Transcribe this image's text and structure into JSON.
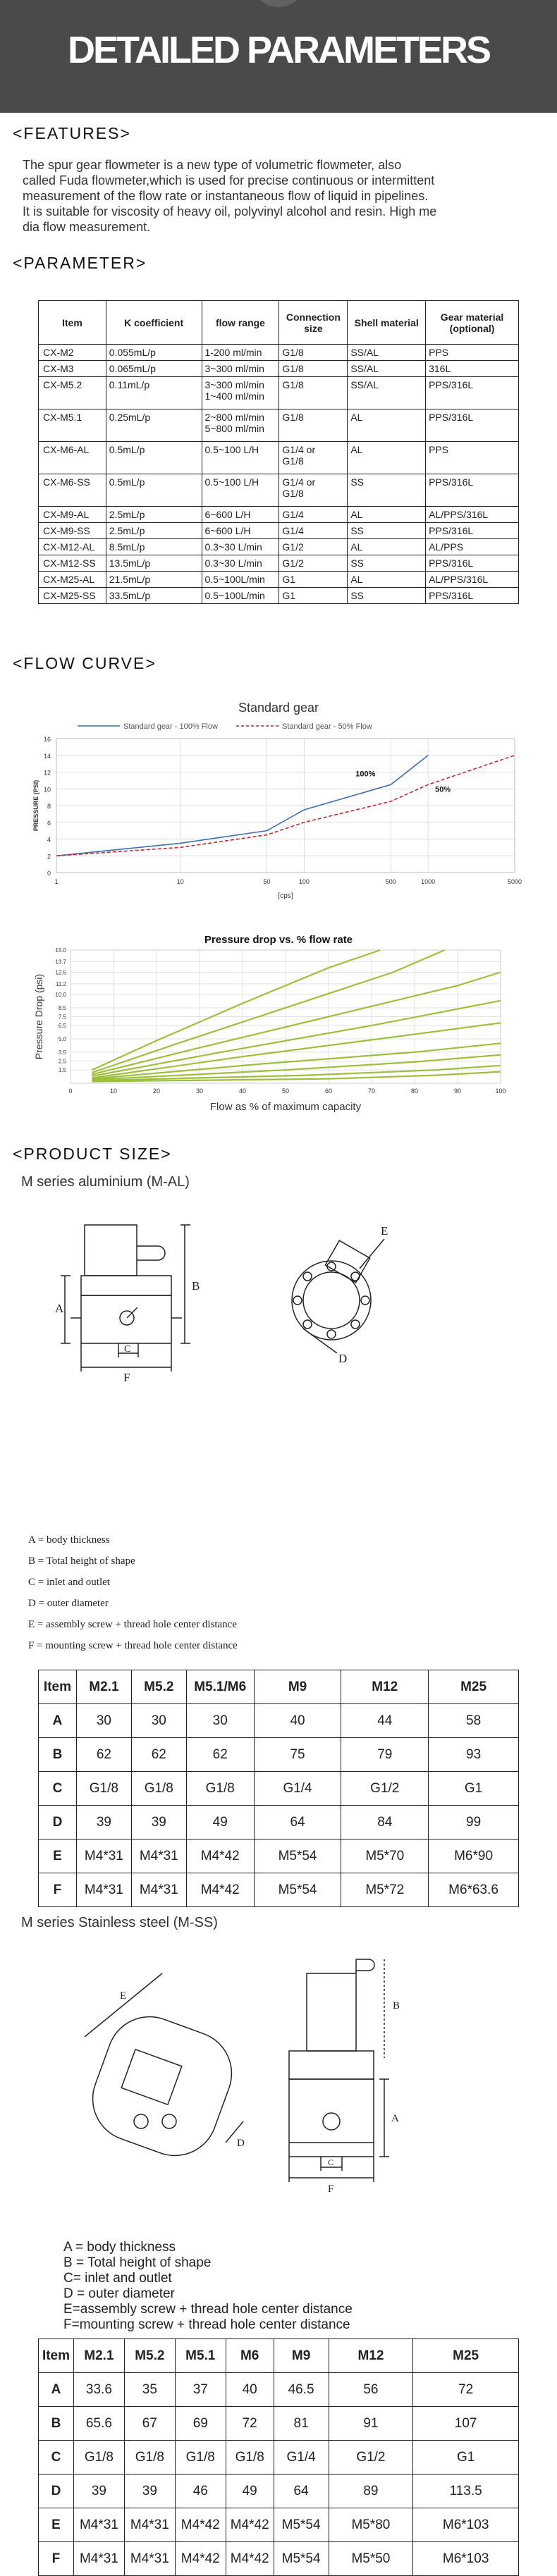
{
  "banner": {
    "title": "DETAILED PARAMETERS"
  },
  "features": {
    "heading": "<FEATURES>",
    "lines": [
      "The spur gear flowmeter is a new type of volumetric flowmeter, also",
      "called Fuda flowmeter,which is used for precise continuous or intermittent",
      "measurement of the flow rate or instantaneous flow of liquid in pipelines.",
      "It is suitable for viscosity of heavy oil, polyvinyl alcohol and resin. High me",
      "dia flow measurement."
    ]
  },
  "parameter": {
    "heading": "<PARAMETER>",
    "headers": [
      "Item",
      "K coefficient",
      "flow range",
      "Connection size",
      "Shell material",
      "Gear material (optional)"
    ],
    "rows": [
      [
        "CX-M2",
        "0.055mL/p",
        "1-200 ml/min",
        "G1/8",
        "SS/AL",
        "PPS"
      ],
      [
        "CX-M3",
        "0.065mL/p",
        "3~300 ml/min",
        "G1/8",
        "SS/AL",
        "316L"
      ],
      [
        "CX-M5.2",
        "0.11mL/p",
        "3~300 ml/min\n1~400 ml/min",
        "G1/8",
        "SS/AL",
        "PPS/316L"
      ],
      [
        "CX-M5.1",
        "0.25mL/p",
        "2~800 ml/min\n5~800 ml/min",
        "G1/8",
        "AL",
        "PPS/316L"
      ],
      [
        "CX-M6-AL",
        "0.5mL/p",
        "0.5~100 L/H",
        "G1/4 or\nG1/8",
        "AL",
        "PPS"
      ],
      [
        "CX-M6-SS",
        "0.5mL/p",
        "0.5~100 L/H",
        "G1/4 or\nG1/8",
        "SS",
        "PPS/316L"
      ],
      [
        "CX-M9-AL",
        "2.5mL/p",
        "6~600 L/H",
        "G1/4",
        "AL",
        "AL/PPS/316L"
      ],
      [
        "CX-M9-SS",
        "2.5mL/p",
        "6~600 L/H",
        "G1/4",
        "SS",
        "PPS/316L"
      ],
      [
        "CX-M12-AL",
        "8.5mL/p",
        "0.3~30 L/min",
        "G1/2",
        "AL",
        "AL/PPS"
      ],
      [
        "CX-M12-SS",
        "13.5mL/p",
        "0.3~30 L/min",
        "G1/2",
        "SS",
        "PPS/316L"
      ],
      [
        "CX-M25-AL",
        "21.5mL/p",
        "0.5~100L/min",
        "G1",
        "AL",
        "AL/PPS/316L"
      ],
      [
        "CX-M25-SS",
        "33.5mL/p",
        "0.5~100L/min",
        "G1",
        "SS",
        "PPS/316L"
      ]
    ]
  },
  "flow_curve": {
    "heading": "<FLOW CURVE>"
  },
  "chart_data": [
    {
      "type": "line",
      "title": "Standard gear",
      "xlabel": "[cps]",
      "ylabel": "PRESSURE (PSI)",
      "xscale": "log",
      "xlim": [
        1,
        5000
      ],
      "ylim": [
        0,
        16
      ],
      "xticks": [
        "1",
        "10",
        "50",
        "100",
        "500",
        "1000",
        "5000"
      ],
      "yticks": [
        "0",
        "2",
        "4",
        "6",
        "8",
        "10",
        "12",
        "14",
        "16"
      ],
      "grid": true,
      "legend": "top",
      "series": [
        {
          "name": "Standard gear - 100% Flow",
          "color": "#3a6fb0",
          "style": "solid",
          "label": "100%",
          "x": [
            1,
            10,
            50,
            100,
            500,
            1000
          ],
          "y": [
            2,
            3.5,
            5,
            7.5,
            10.5,
            14
          ]
        },
        {
          "name": "Standard gear - 50% Flow",
          "color": "#c0282d",
          "style": "dashed",
          "label": "50%",
          "x": [
            1,
            10,
            50,
            100,
            500,
            1000,
            5000
          ],
          "y": [
            2,
            3,
            4.5,
            6,
            8.5,
            10.5,
            14
          ]
        }
      ]
    },
    {
      "type": "line",
      "title": "Pressure drop vs. % flow rate",
      "xlabel": "Flow as % of maximum capacity",
      "ylabel": "Pressure Drop (psi)",
      "xlim": [
        0,
        100
      ],
      "ylim": [
        0,
        15
      ],
      "xticks": [
        "0",
        "10",
        "20",
        "30",
        "40",
        "50",
        "60",
        "70",
        "80",
        "90",
        "100"
      ],
      "yticks": [
        "1.5",
        "2.5",
        "3.5",
        "5.0",
        "6.5",
        "7.5",
        "8.5",
        "10.0",
        "11.2",
        "12.5",
        "13.7",
        "15.0"
      ],
      "grid": true,
      "color": "#9dc03a",
      "series": [
        {
          "x": [
            5,
            20,
            40,
            60,
            72
          ],
          "y": [
            1.5,
            4.8,
            9,
            13,
            15
          ]
        },
        {
          "x": [
            5,
            25,
            50,
            75,
            87
          ],
          "y": [
            1.2,
            4.5,
            8.5,
            12.5,
            15
          ]
        },
        {
          "x": [
            5,
            30,
            60,
            90,
            100
          ],
          "y": [
            1,
            4,
            7.5,
            11,
            12.5
          ]
        },
        {
          "x": [
            5,
            35,
            70,
            100
          ],
          "y": [
            0.8,
            3.5,
            6.5,
            9.3
          ]
        },
        {
          "x": [
            5,
            40,
            75,
            100
          ],
          "y": [
            0.6,
            3,
            5.2,
            6.8
          ]
        },
        {
          "x": [
            5,
            45,
            80,
            100
          ],
          "y": [
            0.5,
            2.2,
            3.5,
            4.5
          ]
        },
        {
          "x": [
            5,
            50,
            80,
            100
          ],
          "y": [
            0.4,
            1.5,
            2.4,
            3.2
          ]
        },
        {
          "x": [
            5,
            55,
            85,
            100
          ],
          "y": [
            0.3,
            0.9,
            1.5,
            2
          ]
        },
        {
          "x": [
            5,
            60,
            85,
            100
          ],
          "y": [
            0.2,
            0.5,
            0.9,
            1.3
          ]
        }
      ]
    }
  ],
  "product_size": {
    "heading": "<PRODUCT SIZE>",
    "m_al": {
      "title": "M series aluminium (M-AL)",
      "legend": [
        "A = body thickness",
        "B = Total height of shape",
        "C = inlet and outlet",
        "D = outer diameter",
        "E = assembly screw + thread hole center distance",
        "F = mounting screw + thread hole center distance"
      ],
      "headers": [
        "Item",
        "M2.1",
        "M5.2",
        "M5.1/M6",
        "M9",
        "M12",
        "M25"
      ],
      "rows": [
        [
          "A",
          "30",
          "30",
          "30",
          "40",
          "44",
          "58"
        ],
        [
          "B",
          "62",
          "62",
          "62",
          "75",
          "79",
          "93"
        ],
        [
          "C",
          "G1/8",
          "G1/8",
          "G1/8",
          "G1/4",
          "G1/2",
          "G1"
        ],
        [
          "D",
          "39",
          "39",
          "49",
          "64",
          "84",
          "99"
        ],
        [
          "E",
          "M4*31",
          "M4*31",
          "M4*42",
          "M5*54",
          "M5*70",
          "M6*90"
        ],
        [
          "F",
          "M4*31",
          "M4*31",
          "M4*42",
          "M5*54",
          "M5*72",
          "M6*63.6"
        ]
      ]
    },
    "m_ss": {
      "title": "M series Stainless steel (M-SS)",
      "legend": [
        "A = body thickness",
        "B = Total height of shape",
        "C= inlet and outlet",
        "D = outer diameter",
        "E=assembly screw + thread hole center distance",
        "F=mounting screw + thread hole center distance"
      ],
      "headers": [
        "Item",
        "M2.1",
        "M5.2",
        "M5.1",
        "M6",
        "M9",
        "M12",
        "M25"
      ],
      "rows": [
        [
          "A",
          "33.6",
          "35",
          "37",
          "40",
          "46.5",
          "56",
          "72"
        ],
        [
          "B",
          "65.6",
          "67",
          "69",
          "72",
          "81",
          "91",
          "107"
        ],
        [
          "C",
          "G1/8",
          "G1/8",
          "G1/8",
          "G1/8",
          "G1/4",
          "G1/2",
          "G1"
        ],
        [
          "D",
          "39",
          "39",
          "46",
          "49",
          "64",
          "89",
          "113.5"
        ],
        [
          "E",
          "M4*31",
          "M4*31",
          "M4*42",
          "M4*42",
          "M5*54",
          "M5*80",
          "M6*103"
        ],
        [
          "F",
          "M4*31",
          "M4*31",
          "M4*42",
          "M4*42",
          "M5*54",
          "M5*50",
          "M6*103"
        ]
      ]
    }
  },
  "drawing_labels": {
    "a": "A",
    "b": "B",
    "c": "C",
    "d": "D",
    "e": "E",
    "f": "F"
  }
}
